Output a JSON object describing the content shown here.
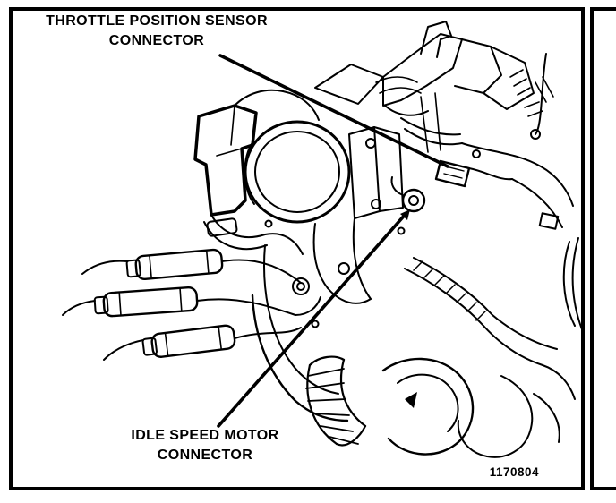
{
  "figure": {
    "labels": {
      "throttle": {
        "line1": "THROTTLE POSITION SENSOR",
        "line2": "CONNECTOR"
      },
      "idle": {
        "line1": "IDLE SPEED MOTOR",
        "line2": "CONNECTOR"
      }
    },
    "figure_number": "1170804",
    "colors": {
      "ink": "#000000",
      "paper": "#ffffff"
    }
  }
}
